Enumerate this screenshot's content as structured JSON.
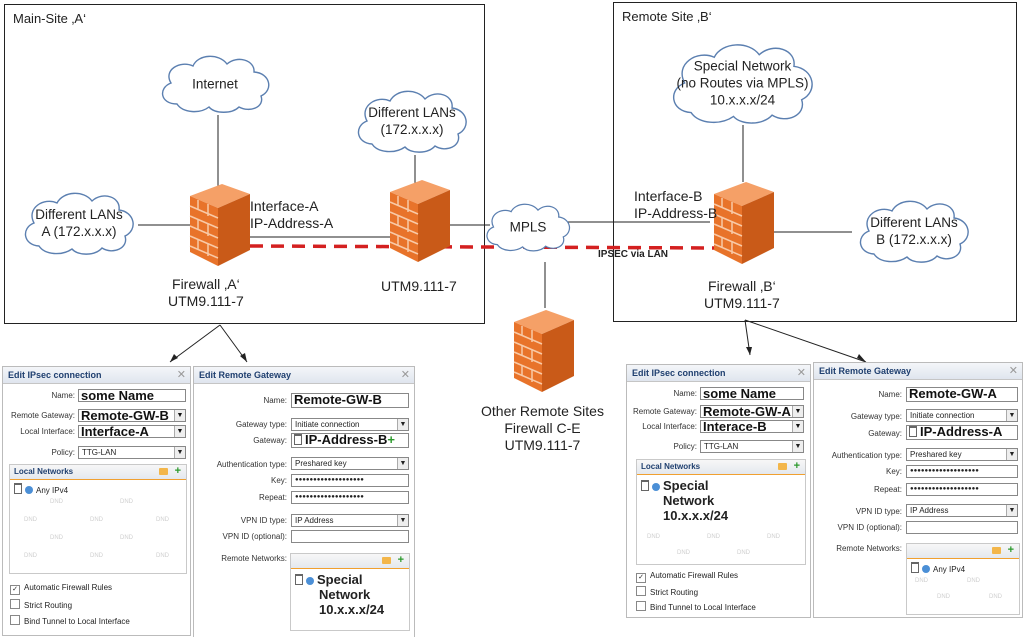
{
  "site_a": {
    "title": "Main-Site ‚A‘"
  },
  "site_b": {
    "title": "Remote Site ‚B‘"
  },
  "clouds": {
    "internet": "Internet",
    "lans_a_mid_l1": "Different LANs",
    "lans_a_mid_l2": "(172.x.x.x)",
    "lans_a_left_l1": "Different LANs",
    "lans_a_left_l2": "A (172.x.x.x)",
    "mpls": "MPLS",
    "special_l1": "Special Network",
    "special_l2": "(no Routes via MPLS)",
    "special_l3": "10.x.x.x/24",
    "lans_b_l1": "Different LANs",
    "lans_b_l2": "B (172.x.x.x)"
  },
  "labels": {
    "iface_a_l1": "Interface-A",
    "iface_a_l2": "IP-Address-A",
    "fw_a_l1": "Firewall ‚A‘",
    "fw_a_l2": "UTM9.111-7",
    "utm_mid": "UTM9.111-7",
    "iface_b_l1": "Interface-B",
    "iface_b_l2": "IP-Address-B",
    "ipsec": "IPSEC via LAN",
    "fw_b_l1": "Firewall ‚B‘",
    "fw_b_l2": "UTM9.111-7",
    "other_l1": "Other Remote Sites",
    "other_l2": "Firewall C-E",
    "other_l3": "UTM9.111-7"
  },
  "colors": {
    "firewall": "#e8732a",
    "tunnel": "#d42020",
    "cloud_stroke": "#5b7fb0"
  },
  "panel_ipsec_a": {
    "title": "Edit IPsec connection",
    "name_label": "Name:",
    "name_value": "some Name",
    "gw_label": "Remote Gateway:",
    "gw_value": "Remote-GW-B",
    "iface_label": "Local Interface:",
    "iface_value": "Interface-A",
    "policy_label": "Policy:",
    "policy_value": "TTG-LAN",
    "local_networks": "Local Networks",
    "net_item": "Any IPv4",
    "dnd": "DND",
    "cb1": "Automatic Firewall Rules",
    "cb2": "Strict Routing",
    "cb3": "Bind Tunnel to Local Interface"
  },
  "panel_gw_a": {
    "title": "Edit Remote Gateway",
    "name_label": "Name:",
    "name_value": "Remote-GW-B",
    "type_label": "Gateway type:",
    "type_value": "Initiate connection",
    "gw_label": "Gateway:",
    "gw_value": "IP-Address-B",
    "auth_label": "Authentication type:",
    "auth_value": "Preshared key",
    "key_label": "Key:",
    "key_value": "●●●●●●●●●●●●●●●●●●●",
    "repeat_label": "Repeat:",
    "repeat_value": "●●●●●●●●●●●●●●●●●●●",
    "vpnid_label": "VPN ID type:",
    "vpnid_value": "IP Address",
    "vpnopt_label": "VPN ID (optional):",
    "remote_label": "Remote Networks:",
    "net_l1": "Special",
    "net_l2": "Network",
    "net_l3": "10.x.x.x/24"
  },
  "panel_ipsec_b": {
    "title": "Edit IPsec connection",
    "name_label": "Name:",
    "name_value": "some Name",
    "gw_label": "Remote Gateway:",
    "gw_value": "Remote-GW-A",
    "iface_label": "Local Interface:",
    "iface_value": "Interace-B",
    "policy_label": "Policy:",
    "policy_value": "TTG-LAN",
    "local_networks": "Local Networks",
    "net_l1": "Special",
    "net_l2": "Network",
    "net_l3": "10.x.x.x/24",
    "dnd": "DND",
    "cb1": "Automatic Firewall Rules",
    "cb2": "Strict Routing",
    "cb3": "Bind Tunnel to Local Interface"
  },
  "panel_gw_b": {
    "title": "Edit Remote Gateway",
    "name_label": "Name:",
    "name_value": "Remote-GW-A",
    "type_label": "Gateway type:",
    "type_value": "Initiate connection",
    "gw_label": "Gateway:",
    "gw_value": "IP-Address-A",
    "auth_label": "Authentication type:",
    "auth_value": "Preshared key",
    "key_label": "Key:",
    "key_value": "●●●●●●●●●●●●●●●●●●●",
    "repeat_label": "Repeat:",
    "repeat_value": "●●●●●●●●●●●●●●●●●●●",
    "vpnid_label": "VPN ID type:",
    "vpnid_value": "IP Address",
    "vpnopt_label": "VPN ID (optional):",
    "remote_label": "Remote Networks:",
    "net_item": "Any IPv4",
    "dnd": "DND"
  }
}
